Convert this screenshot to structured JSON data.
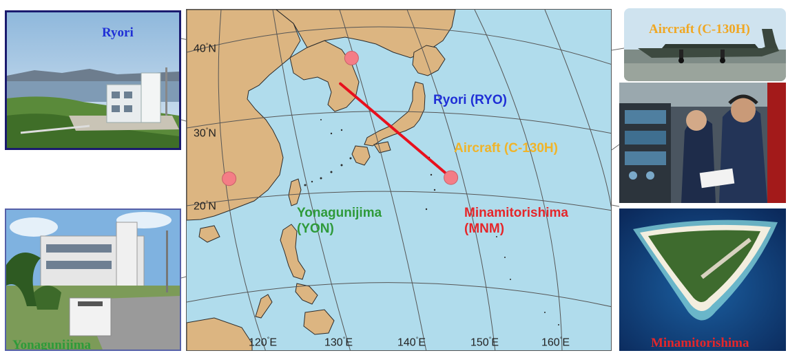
{
  "colors": {
    "ocean": "#b0dcec",
    "land": "#dcb581",
    "coast": "#2a2a2a",
    "grid": "#555555",
    "station_marker": "#f47d86",
    "flight_track": "#e8101d",
    "ryori": "#1f2fd6",
    "aircraft": "#f0b429",
    "yonagunijima": "#2e9a3a",
    "minamitorishima": "#e5262a"
  },
  "map": {
    "lat_labels": [
      {
        "value": "40",
        "unit": "N"
      },
      {
        "value": "30",
        "unit": "N"
      },
      {
        "value": "20",
        "unit": "N"
      }
    ],
    "lon_labels": [
      {
        "value": "120",
        "unit": "E"
      },
      {
        "value": "130",
        "unit": "E"
      },
      {
        "value": "140",
        "unit": "E"
      },
      {
        "value": "150",
        "unit": "E"
      },
      {
        "value": "160",
        "unit": "E"
      }
    ],
    "stations": [
      {
        "id": "ryo",
        "name": "Ryori (RYO)",
        "lat": 39.0,
        "lon": 141.8
      },
      {
        "id": "yon",
        "name": "Yonagunijima",
        "code": "(YON)",
        "lat": 24.5,
        "lon": 123.0
      },
      {
        "id": "mnm",
        "name": "Minamitorishima",
        "code": "(MNM)",
        "lat": 24.3,
        "lon": 153.9
      }
    ],
    "flight": {
      "label": "Aircraft (C-130H)",
      "from": {
        "lat": 35.7,
        "lon": 139.8
      },
      "to": {
        "lat": 24.3,
        "lon": 153.9
      }
    }
  },
  "photos": {
    "ryori": {
      "label": "Ryori",
      "icon": "observatory-building-photo"
    },
    "aircraft_exterior": {
      "label": "Aircraft (C-130H)",
      "icon": "c130h-airplane-photo"
    },
    "aircraft_interior": {
      "icon": "aircraft-cabin-operators-photo"
    },
    "yonagunijima": {
      "label": "Yonagunijima",
      "icon": "station-building-photo"
    },
    "minamitorishima": {
      "label": "Minamitorishima",
      "icon": "island-aerial-photo"
    }
  }
}
